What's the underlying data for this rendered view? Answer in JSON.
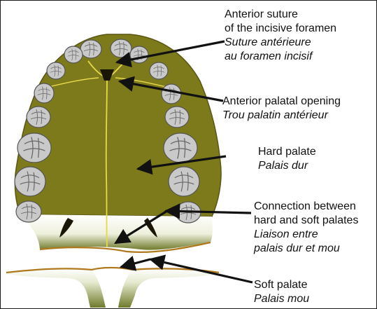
{
  "labels": {
    "incisive": {
      "en_1": "Anterior suture",
      "en_2": "of the incisive foramen",
      "fr_1": "Suture antérieure",
      "fr_2": "au foramen incisif"
    },
    "palatal_opening": {
      "en": "Anterior palatal opening",
      "fr": "Trou palatin antérieur"
    },
    "hard_palate": {
      "en": "Hard palate",
      "fr": "Palais dur"
    },
    "connection": {
      "en_1": "Connection between",
      "en_2": "hard and soft palates",
      "fr_1": "Liaison entre",
      "fr_2": "palais dur et mou"
    },
    "soft_palate": {
      "en": "Soft palate",
      "fr": "Palais mou"
    }
  },
  "colors": {
    "palate": "#7d7a1c",
    "palate_outline": "#5a5612",
    "suture": "#e8d84a",
    "tooth_fill": "#c9c9c9",
    "tooth_stroke": "#555555",
    "soft_palate_edge": "#b0781c",
    "soft_palate_green": "#6f7a2a",
    "arrow": "#111111"
  }
}
